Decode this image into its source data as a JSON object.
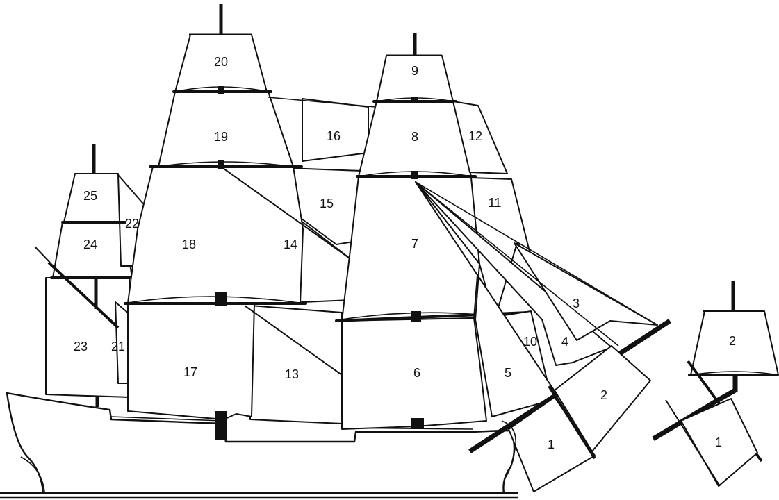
{
  "sail_labels": {
    "s1": "1",
    "s2": "2",
    "s3": "3",
    "s4": "4",
    "s5": "5",
    "s6": "6",
    "s7": "7",
    "s8": "8",
    "s9": "9",
    "s10": "10",
    "s11": "11",
    "s12": "12",
    "s13": "13",
    "s14": "14",
    "s15": "15",
    "s16": "16",
    "s17": "17",
    "s18": "18",
    "s19": "19",
    "s20": "20",
    "s21": "21",
    "s22": "22",
    "s23": "23",
    "s24": "24",
    "s25": "25"
  },
  "detail_labels": {
    "d1": "1",
    "d2": "2"
  },
  "colors": {
    "line": "#111111",
    "background": "#ffffff"
  }
}
